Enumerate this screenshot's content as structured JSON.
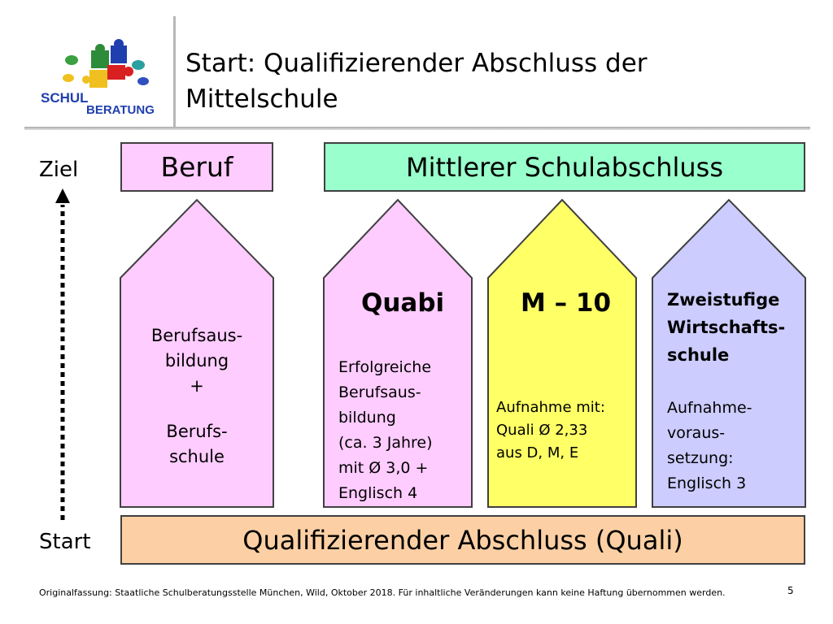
{
  "header": {
    "title_line1": "Start: Qualifizierender Abschluss der",
    "title_line2": "Mittelschule",
    "logo_text_1": "SCHUL",
    "logo_text_2": "BERATUNG"
  },
  "goals": {
    "beruf": "Beruf",
    "mittlerer": "Mittlerer Schulabschluss"
  },
  "axis": {
    "ziel": "Ziel",
    "start": "Start"
  },
  "base": {
    "quali": "Qualifizierender Abschluss (Quali)"
  },
  "paths": [
    {
      "color": "#ffccff",
      "lines": [
        "Berufsaus-",
        "bildung",
        "+"
      ],
      "lines2": [
        "Berufs-",
        "schule"
      ]
    },
    {
      "color": "#ffccff",
      "heading": "Quabi",
      "lines": [
        "Erfolgreiche",
        "Berufsaus-",
        "bildung",
        "(ca. 3 Jahre)",
        "mit Ø 3,0 +",
        "Englisch 4"
      ]
    },
    {
      "color": "#ffff66",
      "heading": "M – 10",
      "lines": [
        "Aufnahme mit:",
        "Quali Ø 2,33",
        "aus D, M, E"
      ]
    },
    {
      "color": "#ccccff",
      "heading_lines": [
        "Zweistufige",
        "Wirtschafts-",
        "schule"
      ],
      "lines": [
        "Aufnahme-",
        "voraus-",
        "setzung:",
        "Englisch 3"
      ]
    }
  ],
  "footer": {
    "source": "Originalfassung: Staatliche Schulberatungsstelle München, Wild, Oktober 2018. Für inhaltliche Veränderungen kann keine Haftung übernommen werden.",
    "page_number": "5"
  }
}
